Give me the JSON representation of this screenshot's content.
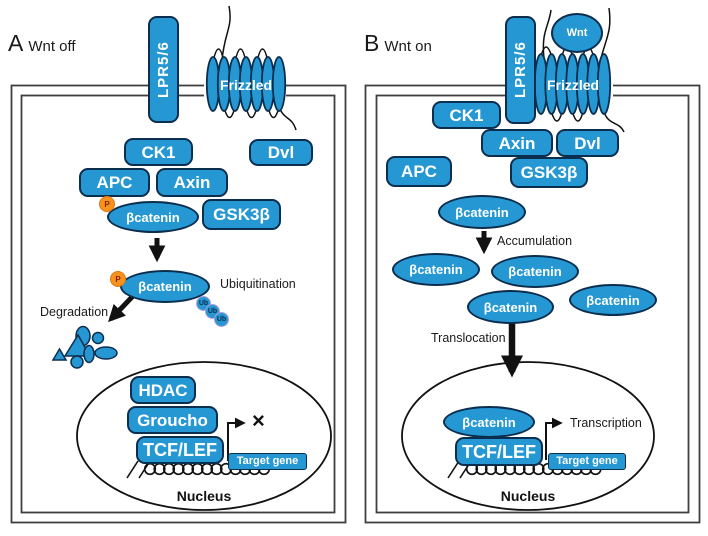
{
  "colors": {
    "node_fill": "#2598d4",
    "node_border": "#0c2e4e",
    "membrane": "#3f3f3f",
    "phosphate_fill": "#f6921e",
    "phosphate_text": "#8a1f00",
    "ubiquitin_border": "#b39fd8",
    "arrow": "#111111"
  },
  "panel_a": {
    "letter": "A",
    "title": "Wnt off",
    "receptors": {
      "lpr": "LPR5/6",
      "frizzled": "Frizzled"
    },
    "proteins": {
      "ck1": "CK1",
      "dvl": "Dvl",
      "apc": "APC",
      "axin": "Axin",
      "gsk3b": "GSK3β",
      "bcatenin": "βcatenin"
    },
    "marks": {
      "phosphate": "P",
      "ubiquitin": "Ub",
      "blocked": "×"
    },
    "annotations": {
      "ubiquitination": "Ubiquitination",
      "degradation": "Degradation"
    },
    "nucleus": {
      "hdac": "HDAC",
      "groucho": "Groucho",
      "tcf_lef": "TCF/LEF",
      "target_gene": "Target gene",
      "label": "Nucleus"
    }
  },
  "panel_b": {
    "letter": "B",
    "title": "Wnt on",
    "receptors": {
      "lpr": "LPR5/6",
      "wnt": "Wnt",
      "frizzled": "Frizzled"
    },
    "proteins": {
      "ck1": "CK1",
      "axin": "Axin",
      "dvl": "Dvl",
      "apc": "APC",
      "gsk3b": "GSK3β",
      "bcatenin": "βcatenin"
    },
    "annotations": {
      "accumulation": "Accumulation",
      "translocation": "Translocation",
      "transcription": "Transcription"
    },
    "nucleus": {
      "bcatenin": "βcatenin",
      "tcf_lef": "TCF/LEF",
      "target_gene": "Target gene",
      "label": "Nucleus"
    }
  }
}
